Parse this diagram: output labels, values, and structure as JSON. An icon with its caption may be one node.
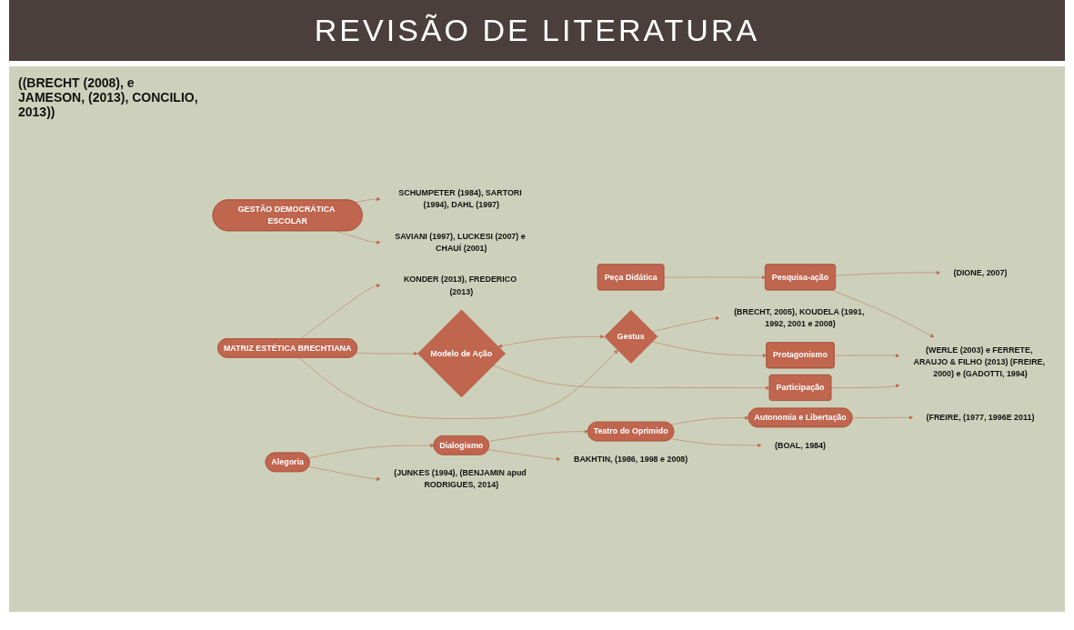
{
  "diagram": {
    "title": "REVISÃO DE LITERATURA",
    "nodes": [
      {
        "text": [
          "GESTÃO DEMOCRÁTICA ESCOLAR"
        ]
      },
      {
        "text": [
          "SCHUMPETER (1984), SARTORI (1994), DAHL (1997)"
        ]
      },
      {
        "text": [
          "SAVIANI (1997), LUCKESI (2007) e CHAUÍ (2001)"
        ]
      },
      {
        "text": [
          "KONDER (2013), FREDERICO (2013)"
        ]
      },
      {
        "text": [
          "MATRIZ ESTÉTICA BRECHTIANA"
        ]
      },
      {
        "text": [
          "(BRECHT, 2005), KOUDELA (1991, 1992, 2001 e 2008)"
        ]
      },
      {
        "text": [
          "Modelo de Ação"
        ]
      },
      {
        "text": [
          "Peça Didática"
        ]
      },
      {
        "text": [
          "Gestus"
        ]
      },
      {
        "text": [
          "Pesquisa-ação"
        ]
      },
      {
        "text": [
          "(DIONE, 2007)"
        ]
      },
      {
        "text": [
          "Participação"
        ]
      },
      {
        "text": [
          "Protagonismo"
        ]
      },
      {
        "text": [
          "(WERLE (2003) e FERRETE, ARAUJO & FILHO (2013) (FREIRE, 2000) e (GADOTTI, 1994)"
        ]
      },
      {
        "text": [
          "Alegoria"
        ]
      },
      {
        "text": [
          "Dialogismo"
        ]
      },
      {
        "text": [
          "Teatro do Oprimido"
        ]
      },
      {
        "text": [
          "Autonomia e Libertação"
        ]
      },
      {
        "text": [
          "(JUNKES (1994), (BENJAMIN apud RODRIGUES, 2014)"
        ]
      },
      {
        "text": [
          "BAKHTIN, (1986, 1998 e 2008)"
        ]
      },
      {
        "text": [
          "(BOAL, 1984)"
        ]
      },
      {
        "text": [
          "(FREIRE, (1977, 1996E 2011)"
        ]
      }
    ],
    "edges": [
      {
        "from": 0,
        "to": 1,
        "arrow": "to"
      },
      {
        "from": 0,
        "to": 2,
        "arrow": "to"
      },
      {
        "from": 4,
        "to": 3,
        "arrow": "to"
      },
      {
        "from": 4,
        "to": 6,
        "arrow": "to"
      },
      {
        "from": 4,
        "to": 8,
        "arrow": "to"
      },
      {
        "from": 8,
        "to": 5,
        "arrow": "to"
      },
      {
        "from": 6,
        "to": 8,
        "arrow": "both"
      },
      {
        "from": 7,
        "to": 9,
        "arrow": "to"
      },
      {
        "from": 6,
        "to": 11,
        "arrow": "to"
      },
      {
        "from": 8,
        "to": 12,
        "arrow": "to"
      },
      {
        "from": 9,
        "to": 10,
        "arrow": "to"
      },
      {
        "from": 11,
        "to": 13,
        "arrow": "to"
      },
      {
        "from": 12,
        "to": 13,
        "arrow": "to"
      },
      {
        "from": 9,
        "to": 13,
        "arrow": "to"
      },
      {
        "from": 14,
        "to": 15,
        "arrow": "to"
      },
      {
        "from": 15,
        "to": 16,
        "arrow": "to"
      },
      {
        "from": 16,
        "to": 17,
        "arrow": "to"
      },
      {
        "from": 14,
        "to": 18,
        "arrow": "to"
      },
      {
        "from": 15,
        "to": 19,
        "arrow": "to"
      },
      {
        "from": 16,
        "to": 20,
        "arrow": "to"
      },
      {
        "from": 17,
        "to": 21,
        "arrow": "to"
      }
    ],
    "labels": [
      "((BRECHT (2008), e JAMESON, (2013), CONCILIO, 2013))"
    ]
  }
}
